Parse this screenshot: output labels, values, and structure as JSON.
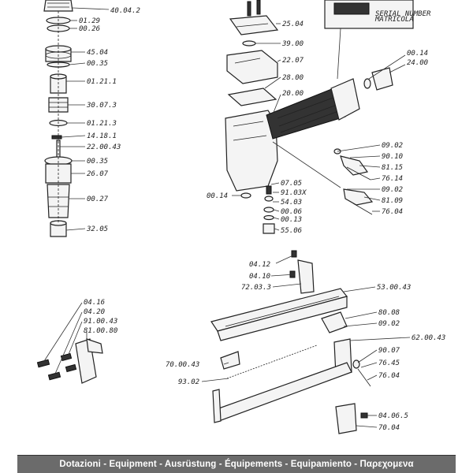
{
  "parts": {
    "p40_04_2": "40.04.2",
    "p01_29": "01.29",
    "p00_26": "00.26",
    "p45_04": "45.04",
    "p00_35_a": "00.35",
    "p01_21_1": "01.21.1",
    "p30_07_3": "30.07.3",
    "p01_21_3": "01.21.3",
    "p14_18_1": "14.18.1",
    "p22_00_43": "22.00.43",
    "p00_35_b": "00.35",
    "p26_07": "26.07",
    "p00_27": "00.27",
    "p32_05": "32.05",
    "p25_04": "25.04",
    "p39_00": "39.00",
    "p22_07": "22.07",
    "p28_00": "28.00",
    "p20_00": "20.00",
    "p00_14_a": "00.14",
    "p24_00": "24.00",
    "p09_02_a": "09.02",
    "p90_10": "90.10",
    "p81_15": "81.15",
    "p76_14": "76.14",
    "p09_02_b": "09.02",
    "p81_09": "81.09",
    "p76_04_a": "76.04",
    "p07_05": "07.05",
    "p91_03X": "91.03X",
    "p00_14_b": "00.14",
    "p54_03": "54.03",
    "p00_06": "00.06",
    "p00_13": "00.13",
    "p55_06": "55.06",
    "p04_12": "04.12",
    "p04_10": "04.10",
    "p72_03_3": "72.03.3",
    "p53_00_43": "53.00.43",
    "p80_08": "80.08",
    "p09_02_c": "09.02",
    "p62_00_43": "62.00.43",
    "p90_07": "90.07",
    "p76_45": "76.45",
    "p76_04_b": "76.04",
    "p70_00_43": "70.00.43",
    "p93_02": "93.02",
    "p04_06_5": "04.06.5",
    "p70_04": "70.04",
    "p04_16": "04.16",
    "p04_20": "04.20",
    "p91_00_43": "91.00.43",
    "p81_00_80": "81.00.80"
  },
  "serial_plate": {
    "line1": "SERIAL NUMBER",
    "line2": "MATRICOLA"
  },
  "footer": {
    "text": "Dotazioni - Equipment - Ausrüstung - Équipements - Equipamiento - Παρεχομενα"
  },
  "colors": {
    "ink": "#222222",
    "footer_bg": "#6b6b6b",
    "footer_text": "#ffffff"
  }
}
